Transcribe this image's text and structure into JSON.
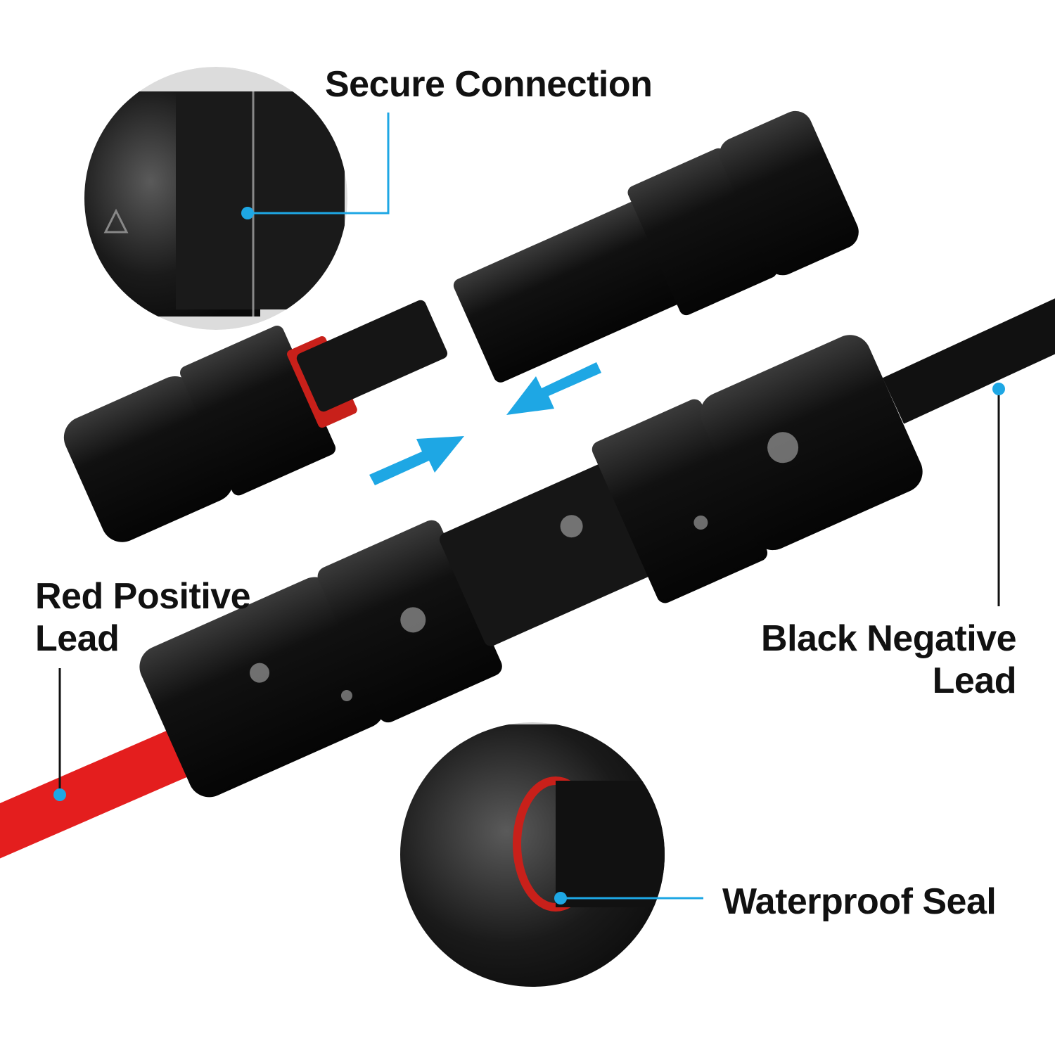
{
  "labels": {
    "secure_connection": "Secure Connection",
    "red_lead_line1": "Red Positive",
    "red_lead_line2": "Lead",
    "black_lead_line1": "Black Negative",
    "black_lead_line2": "Lead",
    "waterproof_seal": "Waterproof Seal"
  },
  "colors": {
    "accent": "#1ea7e4",
    "red_cable": "#e41e1e",
    "connector": "#141414",
    "seal": "#c8201a"
  }
}
